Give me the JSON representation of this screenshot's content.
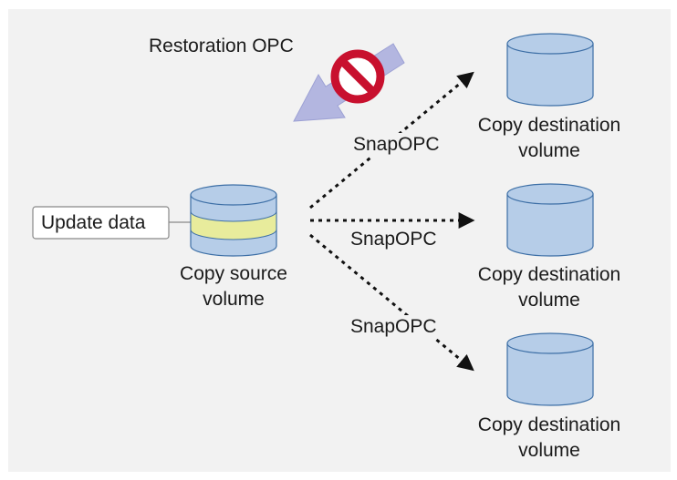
{
  "labels": {
    "restoration_opc": "Restoration OPC",
    "update_data": "Update data",
    "source_line1": "Copy source",
    "source_line2": "volume",
    "snapopc_1": "SnapOPC",
    "snapopc_2": "SnapOPC",
    "snapopc_3": "SnapOPC",
    "dest1_line1": "Copy destination",
    "dest1_line2": "volume",
    "dest2_line1": "Copy destination",
    "dest2_line2": "volume",
    "dest3_line1": "Copy destination",
    "dest3_line2": "volume"
  },
  "colors": {
    "panel_background": "#f2f2f2",
    "volume_fill": "#b6cde8",
    "volume_stroke": "#3d6fa6",
    "update_band": "#e8ec9c",
    "restoration_arrow": "#b3b6e0",
    "prohibit_red": "#c8102e",
    "arrow_dotted": "#111111"
  },
  "icons": {
    "prohibited": "no-entry-icon",
    "volume": "cylinder-volume-icon"
  }
}
